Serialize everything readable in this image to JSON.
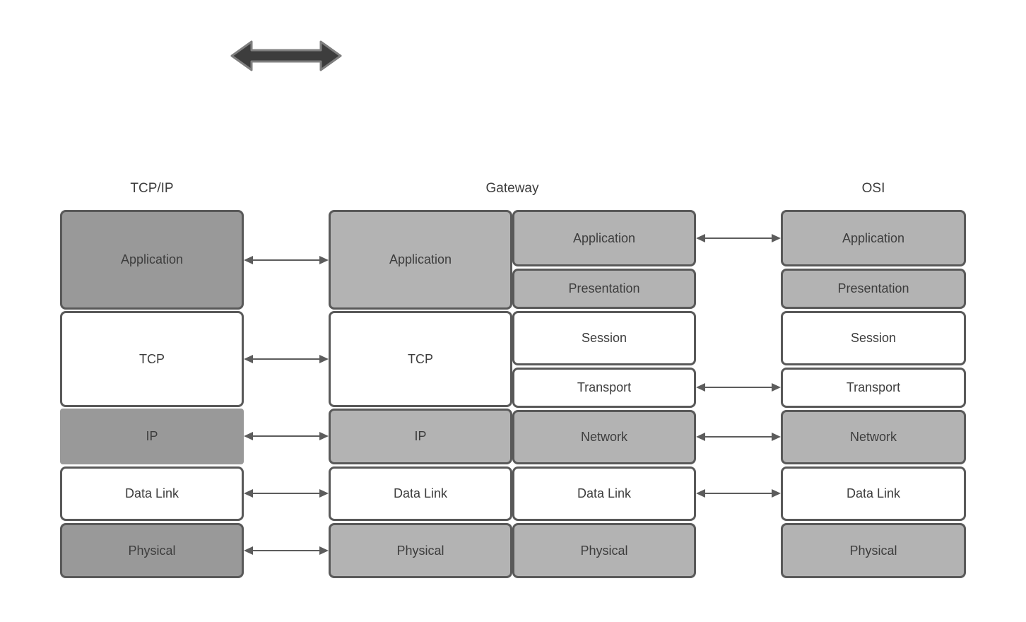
{
  "headers": {
    "tcpip": "TCP/IP",
    "gateway": "Gateway",
    "osi": "OSI"
  },
  "stacks": {
    "tcpip": {
      "layers": [
        {
          "label": "Application"
        },
        {
          "label": "TCP"
        },
        {
          "label": "IP"
        },
        {
          "label": "Data Link"
        },
        {
          "label": "Physical"
        }
      ]
    },
    "gateway": {
      "left_layers": [
        {
          "label": "Application"
        },
        {
          "label": "TCP"
        },
        {
          "label": "IP"
        },
        {
          "label": "Data Link"
        },
        {
          "label": "Physical"
        }
      ],
      "right_layers": [
        {
          "label": "Application"
        },
        {
          "label": "Presentation"
        },
        {
          "label": "Session"
        },
        {
          "label": "Transport"
        },
        {
          "label": "Network"
        },
        {
          "label": "Data Link"
        },
        {
          "label": "Physical"
        }
      ]
    },
    "osi": {
      "layers": [
        {
          "label": "Application"
        },
        {
          "label": "Presentation"
        },
        {
          "label": "Session"
        },
        {
          "label": "Transport"
        },
        {
          "label": "Network"
        },
        {
          "label": "Data Link"
        },
        {
          "label": "Physical"
        }
      ]
    }
  },
  "connections": {
    "tcpip_to_gateway": [
      "Application",
      "TCP",
      "IP",
      "Data Link",
      "Physical"
    ],
    "gateway_to_osi": [
      "Application",
      "Transport",
      "Network",
      "Data Link"
    ],
    "style": "double-headed-arrow"
  },
  "icons": {
    "top": "thick-bidirectional-arrow"
  },
  "colors": {
    "box_dark": "#999999",
    "box_light": "#b3b3b3",
    "box_white": "#ffffff",
    "border": "#595959",
    "text": "#3d3d3d",
    "arrow": "#5c5c5c",
    "thick_arrow_fill": "#3d3d3d",
    "thick_arrow_stroke": "#7f7f7f"
  }
}
